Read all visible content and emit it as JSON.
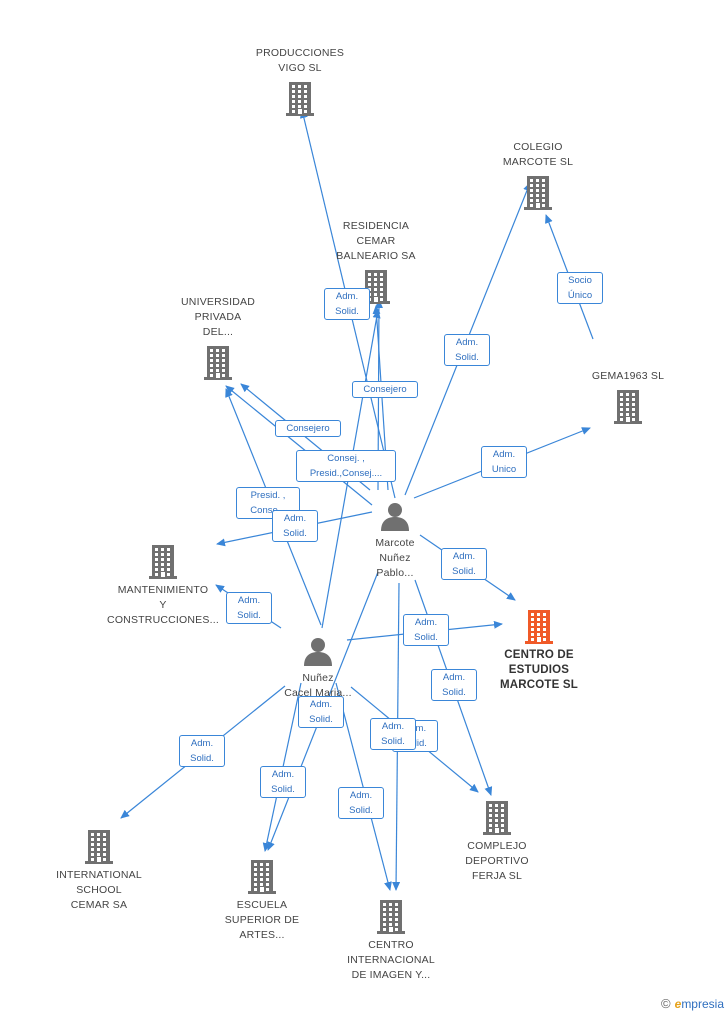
{
  "colors": {
    "edge": "#3a86d8",
    "building": "#707070",
    "building_main": "#f05a28",
    "person": "#707070"
  },
  "nodes": [
    {
      "id": "produc",
      "kind": "building",
      "label": [
        "PRODUCCIONES",
        "VIGO SL"
      ]
    },
    {
      "id": "colegio",
      "kind": "building",
      "label": [
        "COLEGIO",
        "MARCOTE SL"
      ]
    },
    {
      "id": "residencia",
      "kind": "building",
      "label": [
        "RESIDENCIA",
        "CEMAR",
        "BALNEARIO SA"
      ]
    },
    {
      "id": "universidad",
      "kind": "building",
      "label": [
        "UNIVERSIDAD",
        "PRIVADA",
        "DEL..."
      ]
    },
    {
      "id": "gema",
      "kind": "building",
      "label": [
        "GEMA1963  SL"
      ]
    },
    {
      "id": "mantenimiento",
      "kind": "building",
      "label": [
        "MANTENIMIENTO",
        "Y",
        "CONSTRUCCIONES..."
      ]
    },
    {
      "id": "marcote",
      "kind": "person",
      "label": [
        "Marcote",
        "Nuñez",
        "Pablo..."
      ]
    },
    {
      "id": "centro",
      "kind": "building_main",
      "label": [
        "CENTRO DE",
        "ESTUDIOS",
        "MARCOTE SL"
      ]
    },
    {
      "id": "nunez",
      "kind": "person",
      "label": [
        "Nuñez",
        "Cacel Maria..."
      ]
    },
    {
      "id": "international",
      "kind": "building",
      "label": [
        "INTERNATIONAL",
        "SCHOOL",
        "CEMAR SA"
      ]
    },
    {
      "id": "escuela",
      "kind": "building",
      "label": [
        "ESCUELA",
        "SUPERIOR DE",
        "ARTES..."
      ]
    },
    {
      "id": "complejo",
      "kind": "building",
      "label": [
        "COMPLEJO",
        "DEPORTIVO",
        "FERJA SL"
      ]
    },
    {
      "id": "cii",
      "kind": "building",
      "label": [
        "CENTRO",
        "INTERNACIONAL",
        "DE IMAGEN Y..."
      ]
    }
  ],
  "edge_labels": [
    {
      "id": "l1",
      "lines": [
        "Adm.",
        "Solid."
      ]
    },
    {
      "id": "l2",
      "lines": [
        "Socio",
        "Único"
      ]
    },
    {
      "id": "l3",
      "lines": [
        "Adm.",
        "Solid."
      ]
    },
    {
      "id": "l4",
      "lines": [
        "Consejero"
      ]
    },
    {
      "id": "l5",
      "lines": [
        "Consejero"
      ]
    },
    {
      "id": "l6",
      "lines": [
        "Adm.",
        "Unico"
      ]
    },
    {
      "id": "l7",
      "lines": [
        "Consej. ,",
        "Presid.,Consej...."
      ]
    },
    {
      "id": "l8",
      "lines": [
        "Presid. ,",
        "Conse..."
      ]
    },
    {
      "id": "l9",
      "lines": [
        "Adm.",
        "Solid."
      ]
    },
    {
      "id": "l10",
      "lines": [
        "Adm.",
        "Solid."
      ]
    },
    {
      "id": "l11",
      "lines": [
        "Adm.",
        "Solid."
      ]
    },
    {
      "id": "l12",
      "lines": [
        "Adm.",
        "Solid."
      ]
    },
    {
      "id": "l13",
      "lines": [
        "Adm.",
        "Solid."
      ]
    },
    {
      "id": "l14",
      "lines": [
        "Adm.",
        "Solid."
      ]
    },
    {
      "id": "l15",
      "lines": [
        "Adm.",
        "Solid."
      ]
    },
    {
      "id": "l16",
      "lines": [
        "Adm.",
        "Solid."
      ]
    },
    {
      "id": "l17",
      "lines": [
        "Adm.",
        "Solid."
      ]
    },
    {
      "id": "l18",
      "lines": [
        "Adm.",
        "Solid."
      ]
    },
    {
      "id": "l19",
      "lines": [
        "Adm.",
        "Solid."
      ]
    }
  ],
  "footer": {
    "copyright": "©",
    "brand_initial": "e",
    "brand_rest": "mpresia"
  }
}
